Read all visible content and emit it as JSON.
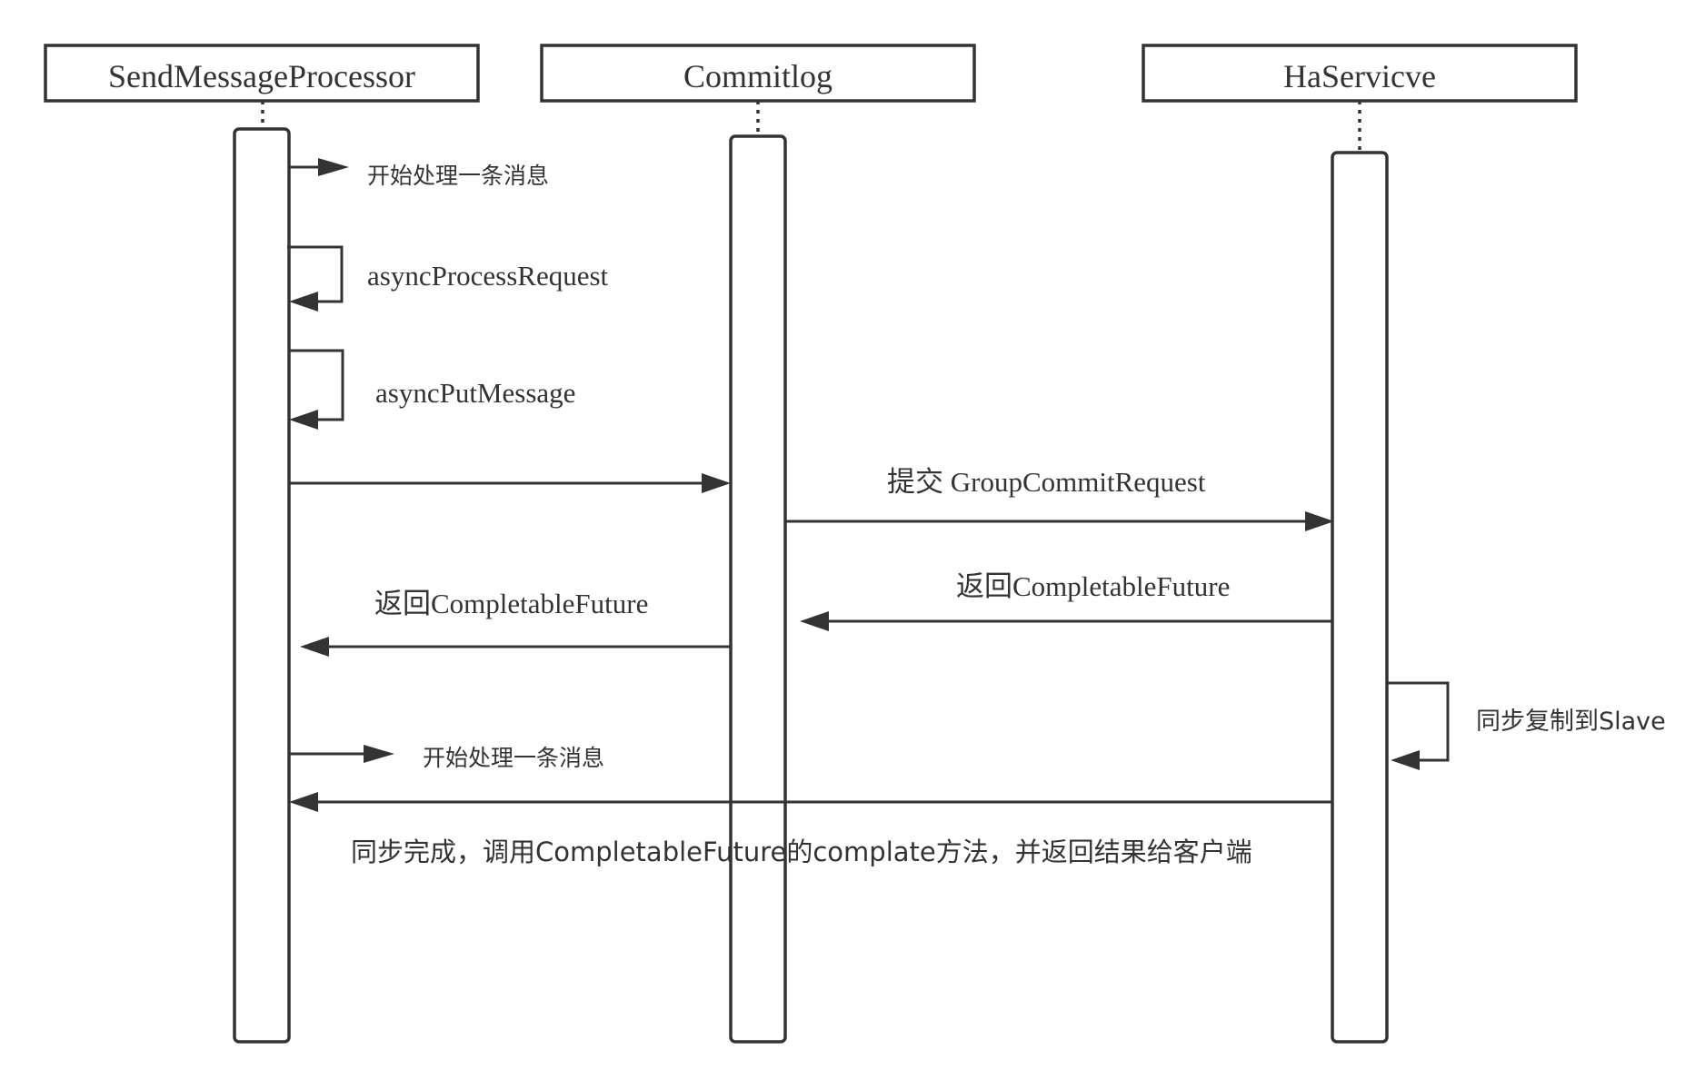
{
  "participants": [
    {
      "id": "send-message-processor",
      "label": "SendMessageProcessor"
    },
    {
      "id": "commitlog",
      "label": "Commitlog"
    },
    {
      "id": "ha-service",
      "label": "HaServicve"
    }
  ],
  "messages": {
    "start_processing_1": "开始处理一条消息",
    "async_process_request": "asyncProcessRequest",
    "async_put_message": "asyncPutMessage",
    "submit_group_commit": "提交 GroupCommitRequest",
    "return_future_from_ha": "返回CompletableFuture",
    "return_future_from_commitlog": "返回CompletableFuture",
    "sync_replicate_to_slave": "同步复制到Slave",
    "start_processing_2": "开始处理一条消息",
    "sync_complete": "同步完成，调用CompletableFuture的complate方法，并返回结果给客户端"
  },
  "colors": {
    "stroke": "#333333",
    "background": "#ffffff"
  }
}
